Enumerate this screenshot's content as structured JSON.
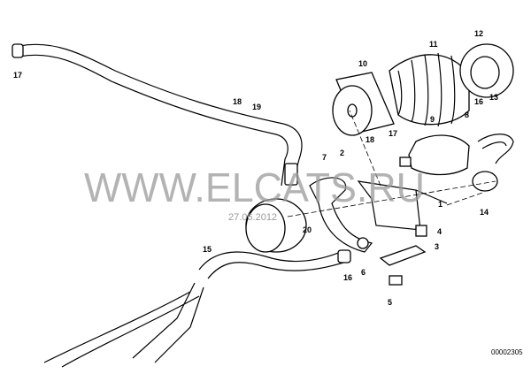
{
  "watermark": "WWW.ELCATS.RU",
  "date": "27.06.2012",
  "diagram_number": "00002305",
  "callouts": [
    "17",
    "18",
    "19",
    "10",
    "11",
    "12",
    "16",
    "13",
    "9",
    "8",
    "7",
    "2",
    "18",
    "17",
    "1",
    "14",
    "20",
    "4",
    "3",
    "15",
    "16",
    "6",
    "5"
  ]
}
